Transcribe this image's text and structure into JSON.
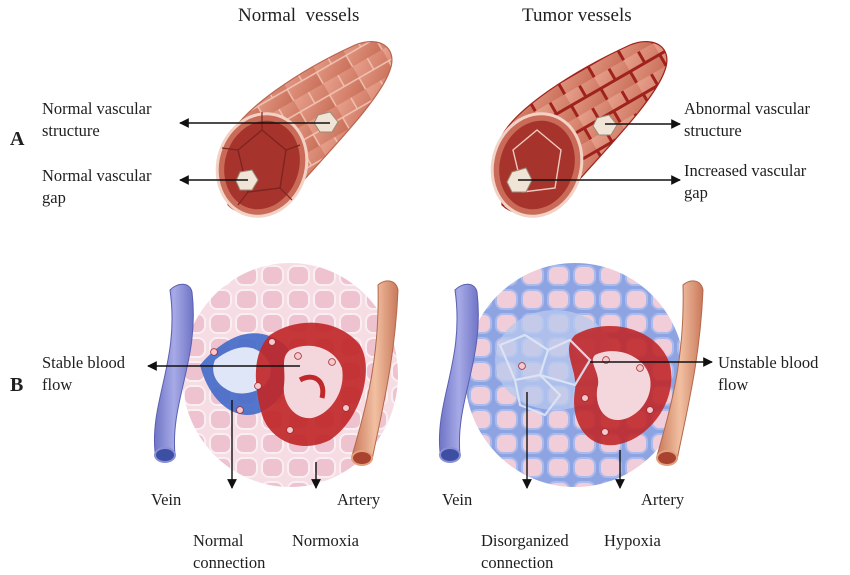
{
  "headers": {
    "normal": "Normal  vessels",
    "tumor": "Tumor vessels"
  },
  "panels": {
    "a": "A",
    "b": "B"
  },
  "labels": {
    "normal_structure": "Normal vascular\nstructure",
    "normal_gap": "Normal vascular\ngap",
    "abnormal_structure": "Abnormal vascular\nstructure",
    "increased_gap": "Increased vascular\ngap",
    "stable_flow": "Stable blood\nflow",
    "unstable_flow": "Unstable blood\nflow",
    "vein_left": "Vein",
    "artery_left": "Artery",
    "vein_right": "Vein",
    "artery_right": "Artery",
    "normal_connection": "Normal\nconnection",
    "normoxia": "Normoxia",
    "disorganized_connection": "Disorganized\nconnection",
    "hypoxia": "Hypoxia"
  },
  "colors": {
    "vessel_wall": "#d9826c",
    "vessel_lumen": "#a6342c",
    "tumor_crack": "#a0221d",
    "tissue_pink": "#f2cfd9",
    "tissue_blue": "#9fb4e8",
    "vein": "#8a8fd6",
    "artery": "#e3a07e",
    "blood_red": "#c0282a",
    "blood_blue": "#3a63c4"
  }
}
